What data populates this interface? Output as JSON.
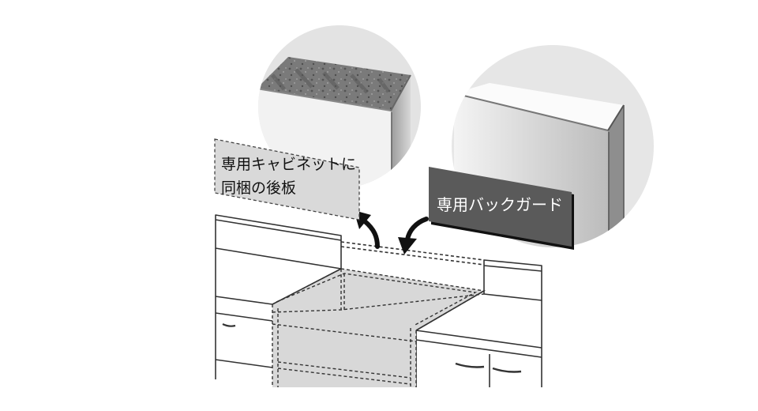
{
  "callouts": {
    "cabinet_back_panel": {
      "line1": "専用キャビネットに",
      "line2": "同梱の後板"
    },
    "backguard": {
      "label": "専用バックガード"
    }
  },
  "colors": {
    "label_dark_bg": "#5a5a5a",
    "label_light_bg": "#d9d9d9",
    "line": "#333333",
    "panel_fill": "#d6d6d6",
    "circle_bg": "#e4e4e4"
  },
  "icons": {
    "arrow_up": "curved-arrow-up-icon",
    "arrow_down": "curved-arrow-down-icon"
  }
}
